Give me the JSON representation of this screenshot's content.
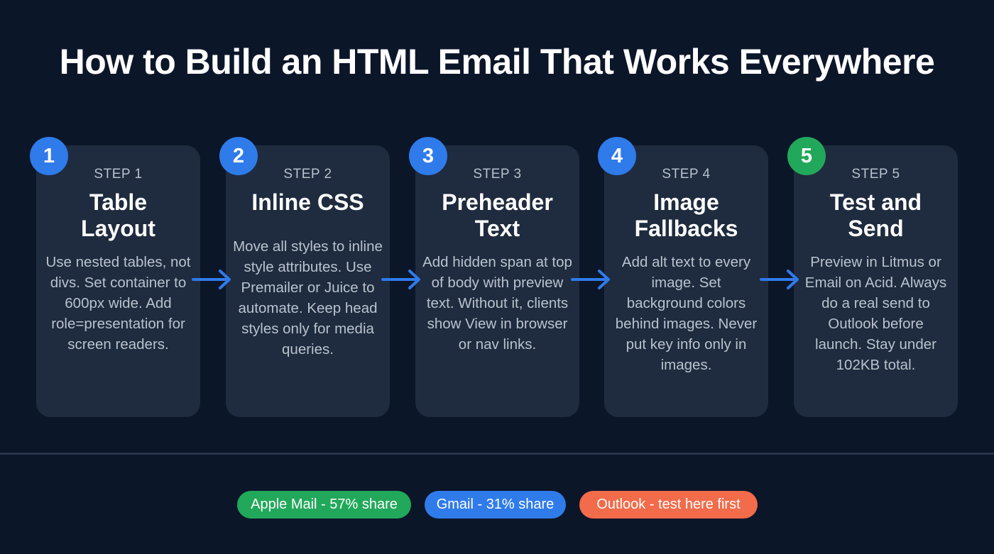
{
  "title": "How to Build an HTML Email That Works Everywhere",
  "colors": {
    "background": "#0c1629",
    "card": "#1f2b3e",
    "accent_blue": "#2f7bea",
    "accent_green": "#22a85a",
    "accent_orange": "#f26b4a"
  },
  "steps": [
    {
      "number": "1",
      "label": "STEP 1",
      "title": "Table Layout",
      "description": "Use nested tables, not divs. Set container to 600px wide. Add role=presentation for screen readers.",
      "badge_color": "#2f7bea"
    },
    {
      "number": "2",
      "label": "STEP 2",
      "title": "Inline CSS",
      "description": "Move all styles to inline style attributes. Use Premailer or Juice to automate. Keep head styles only for media queries.",
      "badge_color": "#2f7bea"
    },
    {
      "number": "3",
      "label": "STEP 3",
      "title": "Preheader Text",
      "description": "Add hidden span at top of body with preview text. Without it, clients show View in browser or nav links.",
      "badge_color": "#2f7bea"
    },
    {
      "number": "4",
      "label": "STEP 4",
      "title": "Image Fallbacks",
      "description": "Add alt text to every image. Set background colors behind images. Never put key info only in images.",
      "badge_color": "#2f7bea"
    },
    {
      "number": "5",
      "label": "STEP 5",
      "title": "Test and Send",
      "description": "Preview in Litmus or Email on Acid. Always do a real send to Outlook before launch. Stay under 102KB total.",
      "badge_color": "#22a85a"
    }
  ],
  "arrows": [
    {
      "icon": "arrow-right-icon"
    },
    {
      "icon": "arrow-right-icon"
    },
    {
      "icon": "arrow-right-icon"
    },
    {
      "icon": "arrow-right-icon"
    }
  ],
  "pills": [
    {
      "label": "Apple Mail - 57% share",
      "color": "#22a85a"
    },
    {
      "label": "Gmail - 31% share",
      "color": "#2f7bea"
    },
    {
      "label": "Outlook - test here first",
      "color": "#f26b4a"
    }
  ]
}
